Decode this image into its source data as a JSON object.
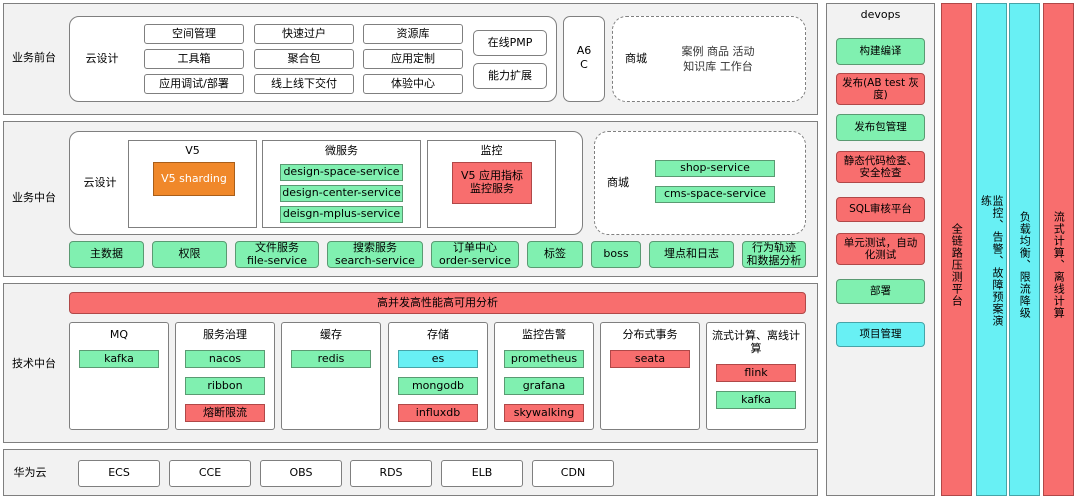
{
  "front": {
    "label": "业务前台",
    "cloud_design": "云设计",
    "buttons": [
      "空间管理",
      "快速过户",
      "资源库",
      "工具箱",
      "聚合包",
      "应用定制",
      "应用调试/部署",
      "线上线下交付",
      "体验中心"
    ],
    "online_pmp": "在线PMP",
    "capability": "能力扩展",
    "a6c_top": "A6",
    "a6c_bottom": "C",
    "mall": "商城",
    "mall_line1": "案例 商品 活动",
    "mall_line2": "知识库  工作台"
  },
  "middle": {
    "label": "业务中台",
    "cloud_design": "云设计",
    "v5_title": "V5",
    "v5_sharding": "V5 sharding",
    "micro_title": "微服务",
    "micro_services": [
      "design-space-service",
      "design-center-service",
      "deisgn-mplus-service"
    ],
    "monitor_title": "监控",
    "monitor_service": "V5 应用指标监控服务",
    "mall": "商城",
    "mall_services": [
      "shop-service",
      "cms-space-service"
    ],
    "row": [
      "主数据",
      "权限",
      "文件服务\nfile-service",
      "搜索服务\nsearch-service",
      "订单中心\norder-service",
      "标签",
      "boss",
      "埋点和日志",
      "行为轨迹\n和数据分析"
    ]
  },
  "tech": {
    "label": "技术中台",
    "banner": "高并发高性能高可用分析",
    "groups": [
      {
        "title": "MQ",
        "items": [
          {
            "t": "kafka",
            "c": "green"
          }
        ]
      },
      {
        "title": "服务治理",
        "items": [
          {
            "t": "nacos",
            "c": "green"
          },
          {
            "t": "ribbon",
            "c": "green"
          },
          {
            "t": "熔断限流",
            "c": "red"
          }
        ]
      },
      {
        "title": "缓存",
        "items": [
          {
            "t": "redis",
            "c": "green"
          }
        ]
      },
      {
        "title": "存储",
        "items": [
          {
            "t": "es",
            "c": "cyan"
          },
          {
            "t": "mongodb",
            "c": "green"
          },
          {
            "t": "influxdb",
            "c": "red"
          }
        ]
      },
      {
        "title": "监控告警",
        "items": [
          {
            "t": "prometheus",
            "c": "green"
          },
          {
            "t": "grafana",
            "c": "green"
          },
          {
            "t": "skywalking",
            "c": "red"
          }
        ]
      },
      {
        "title": "分布式事务",
        "items": [
          {
            "t": "seata",
            "c": "red"
          }
        ]
      },
      {
        "title": "流式计算、离线计算",
        "items": [
          {
            "t": "flink",
            "c": "red"
          },
          {
            "t": "kafka",
            "c": "green"
          }
        ]
      }
    ]
  },
  "cloud": {
    "label": "华为云",
    "items": [
      "ECS",
      "CCE",
      "OBS",
      "RDS",
      "ELB",
      "CDN"
    ]
  },
  "devops": {
    "title": "devops",
    "items": [
      {
        "t": "构建编译",
        "c": "green"
      },
      {
        "t": "发布(AB test 灰度)",
        "c": "red"
      },
      {
        "t": "发布包管理",
        "c": "green"
      },
      {
        "t": "静态代码检查、安全检查",
        "c": "red"
      },
      {
        "t": "SQL审核平台",
        "c": "red"
      },
      {
        "t": "单元测试，自动化测试",
        "c": "red"
      },
      {
        "t": "部署",
        "c": "green"
      },
      {
        "t": "项目管理",
        "c": "cyan"
      }
    ]
  },
  "side": [
    {
      "t": "全链路压测平台",
      "c": "red"
    },
    {
      "t": "监控、告警、故障预案演练",
      "c": "cyan"
    },
    {
      "t": "负载均衡、限流降级",
      "c": "cyan"
    },
    {
      "t": "流式计算、离线计算",
      "c": "red"
    }
  ]
}
